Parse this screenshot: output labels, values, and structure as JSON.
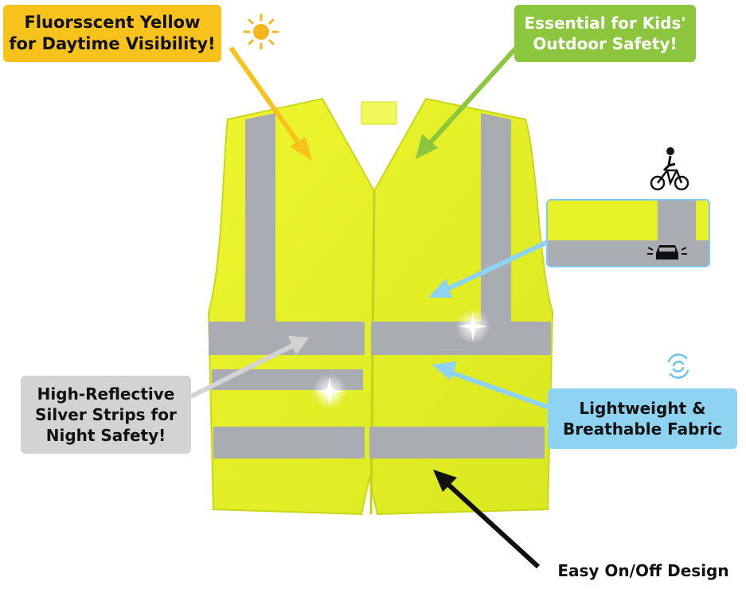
{
  "callouts": {
    "daytime": {
      "line1": "Fluorsscent Yellow",
      "line2": "for Daytime Visibility!",
      "color": "#f7c21c"
    },
    "kids": {
      "line1": "Essential for Kids'",
      "line2": "Outdoor Safety!",
      "color": "#8cc63f"
    },
    "reflective": {
      "line1": "High-Reflective",
      "line2": "Silver Strips for",
      "line3": "Night Safety!",
      "color": "#d3d3d3"
    },
    "fabric": {
      "line1": "Lightweight &",
      "line2": "Breathable Fabric",
      "color": "#8fd3f2"
    },
    "design": {
      "line1": "Easy On/Off Design",
      "color": "#111111"
    }
  },
  "colors": {
    "vest": "#e6f227",
    "vest_shadow": "#d2e01e",
    "strip": "#a9adb2"
  },
  "icons": [
    "sun-icon",
    "bicycle-rider-icon",
    "car-headlights-icon",
    "air-flow-icon",
    "sparkle-icon"
  ]
}
